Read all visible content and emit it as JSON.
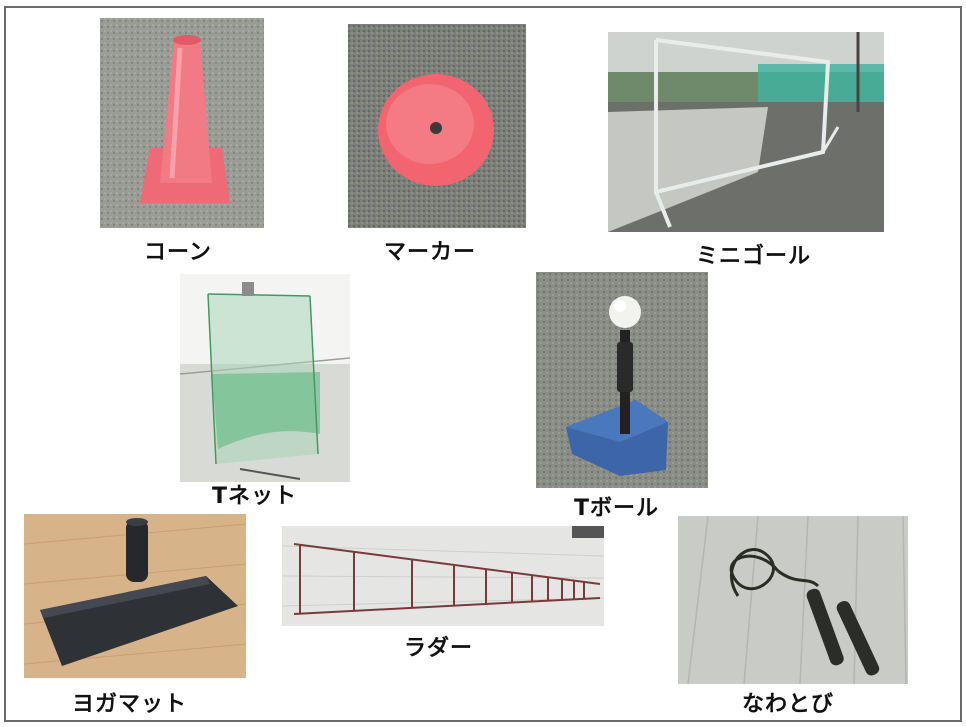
{
  "items": [
    {
      "label": "コーン",
      "icon": "traffic-cone-icon"
    },
    {
      "label": "マーカー",
      "icon": "disc-marker-icon"
    },
    {
      "label": "ミニゴール",
      "icon": "mini-goal-icon"
    },
    {
      "label": "Tネット",
      "icon": "t-net-icon"
    },
    {
      "label": "Tボール",
      "icon": "t-ball-stand-icon"
    },
    {
      "label": "ヨガマット",
      "icon": "yoga-mat-icon"
    },
    {
      "label": "ラダー",
      "icon": "agility-ladder-icon"
    },
    {
      "label": "なわとび",
      "icon": "jump-rope-icon"
    }
  ],
  "colors": {
    "cone": "#f0707a",
    "marker": "#f26470",
    "grass": "#8a8c86",
    "tee_base": "#3d66a8",
    "mat": "#2e3136",
    "floor": "#d9b48a"
  }
}
